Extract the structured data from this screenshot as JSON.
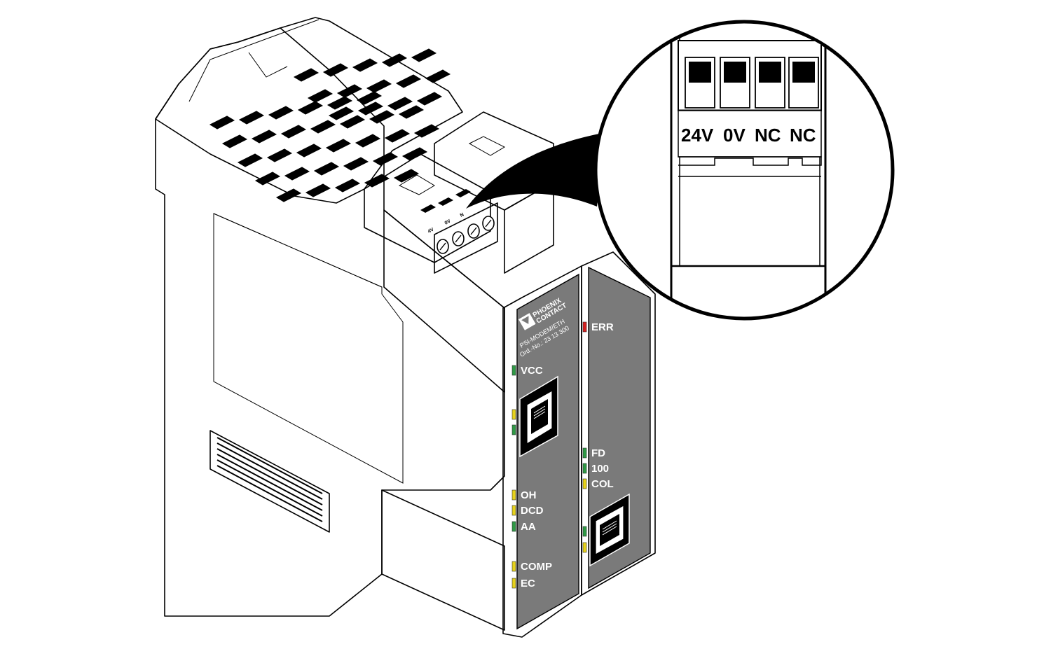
{
  "device": {
    "brand_line1": "PHOENIX",
    "brand_line2": "CONTACT",
    "model": "PSI-MODEM/ETH",
    "order_number": "Ord.-No.: 23 13 300"
  },
  "left_panel_leds": [
    {
      "label": "VCC",
      "color": "#2e9a45"
    },
    {
      "label": "",
      "color": "#e6d21a"
    },
    {
      "label": "",
      "color": "#2e9a45"
    },
    {
      "label": "OH",
      "color": "#e6d21a"
    },
    {
      "label": "DCD",
      "color": "#e6d21a"
    },
    {
      "label": "AA",
      "color": "#2e9a45"
    },
    {
      "label": "COMP",
      "color": "#e6d21a"
    },
    {
      "label": "EC",
      "color": "#e6d21a"
    }
  ],
  "right_panel_leds": [
    {
      "label": "ERR",
      "color": "#d62020"
    },
    {
      "label": "FD",
      "color": "#2e9a45"
    },
    {
      "label": "100",
      "color": "#2e9a45"
    },
    {
      "label": "COL",
      "color": "#e6d21a"
    },
    {
      "label": "",
      "color": "#2e9a45"
    },
    {
      "label": "",
      "color": "#e6d21a"
    }
  ],
  "terminal_small_labels": [
    "4V",
    "0V",
    "N"
  ],
  "zoom_terminal_labels": [
    "24V",
    "0V",
    "NC",
    "NC"
  ],
  "colors": {
    "panel_gray": "#7a7a7a",
    "outline": "#000000",
    "background": "#ffffff"
  }
}
